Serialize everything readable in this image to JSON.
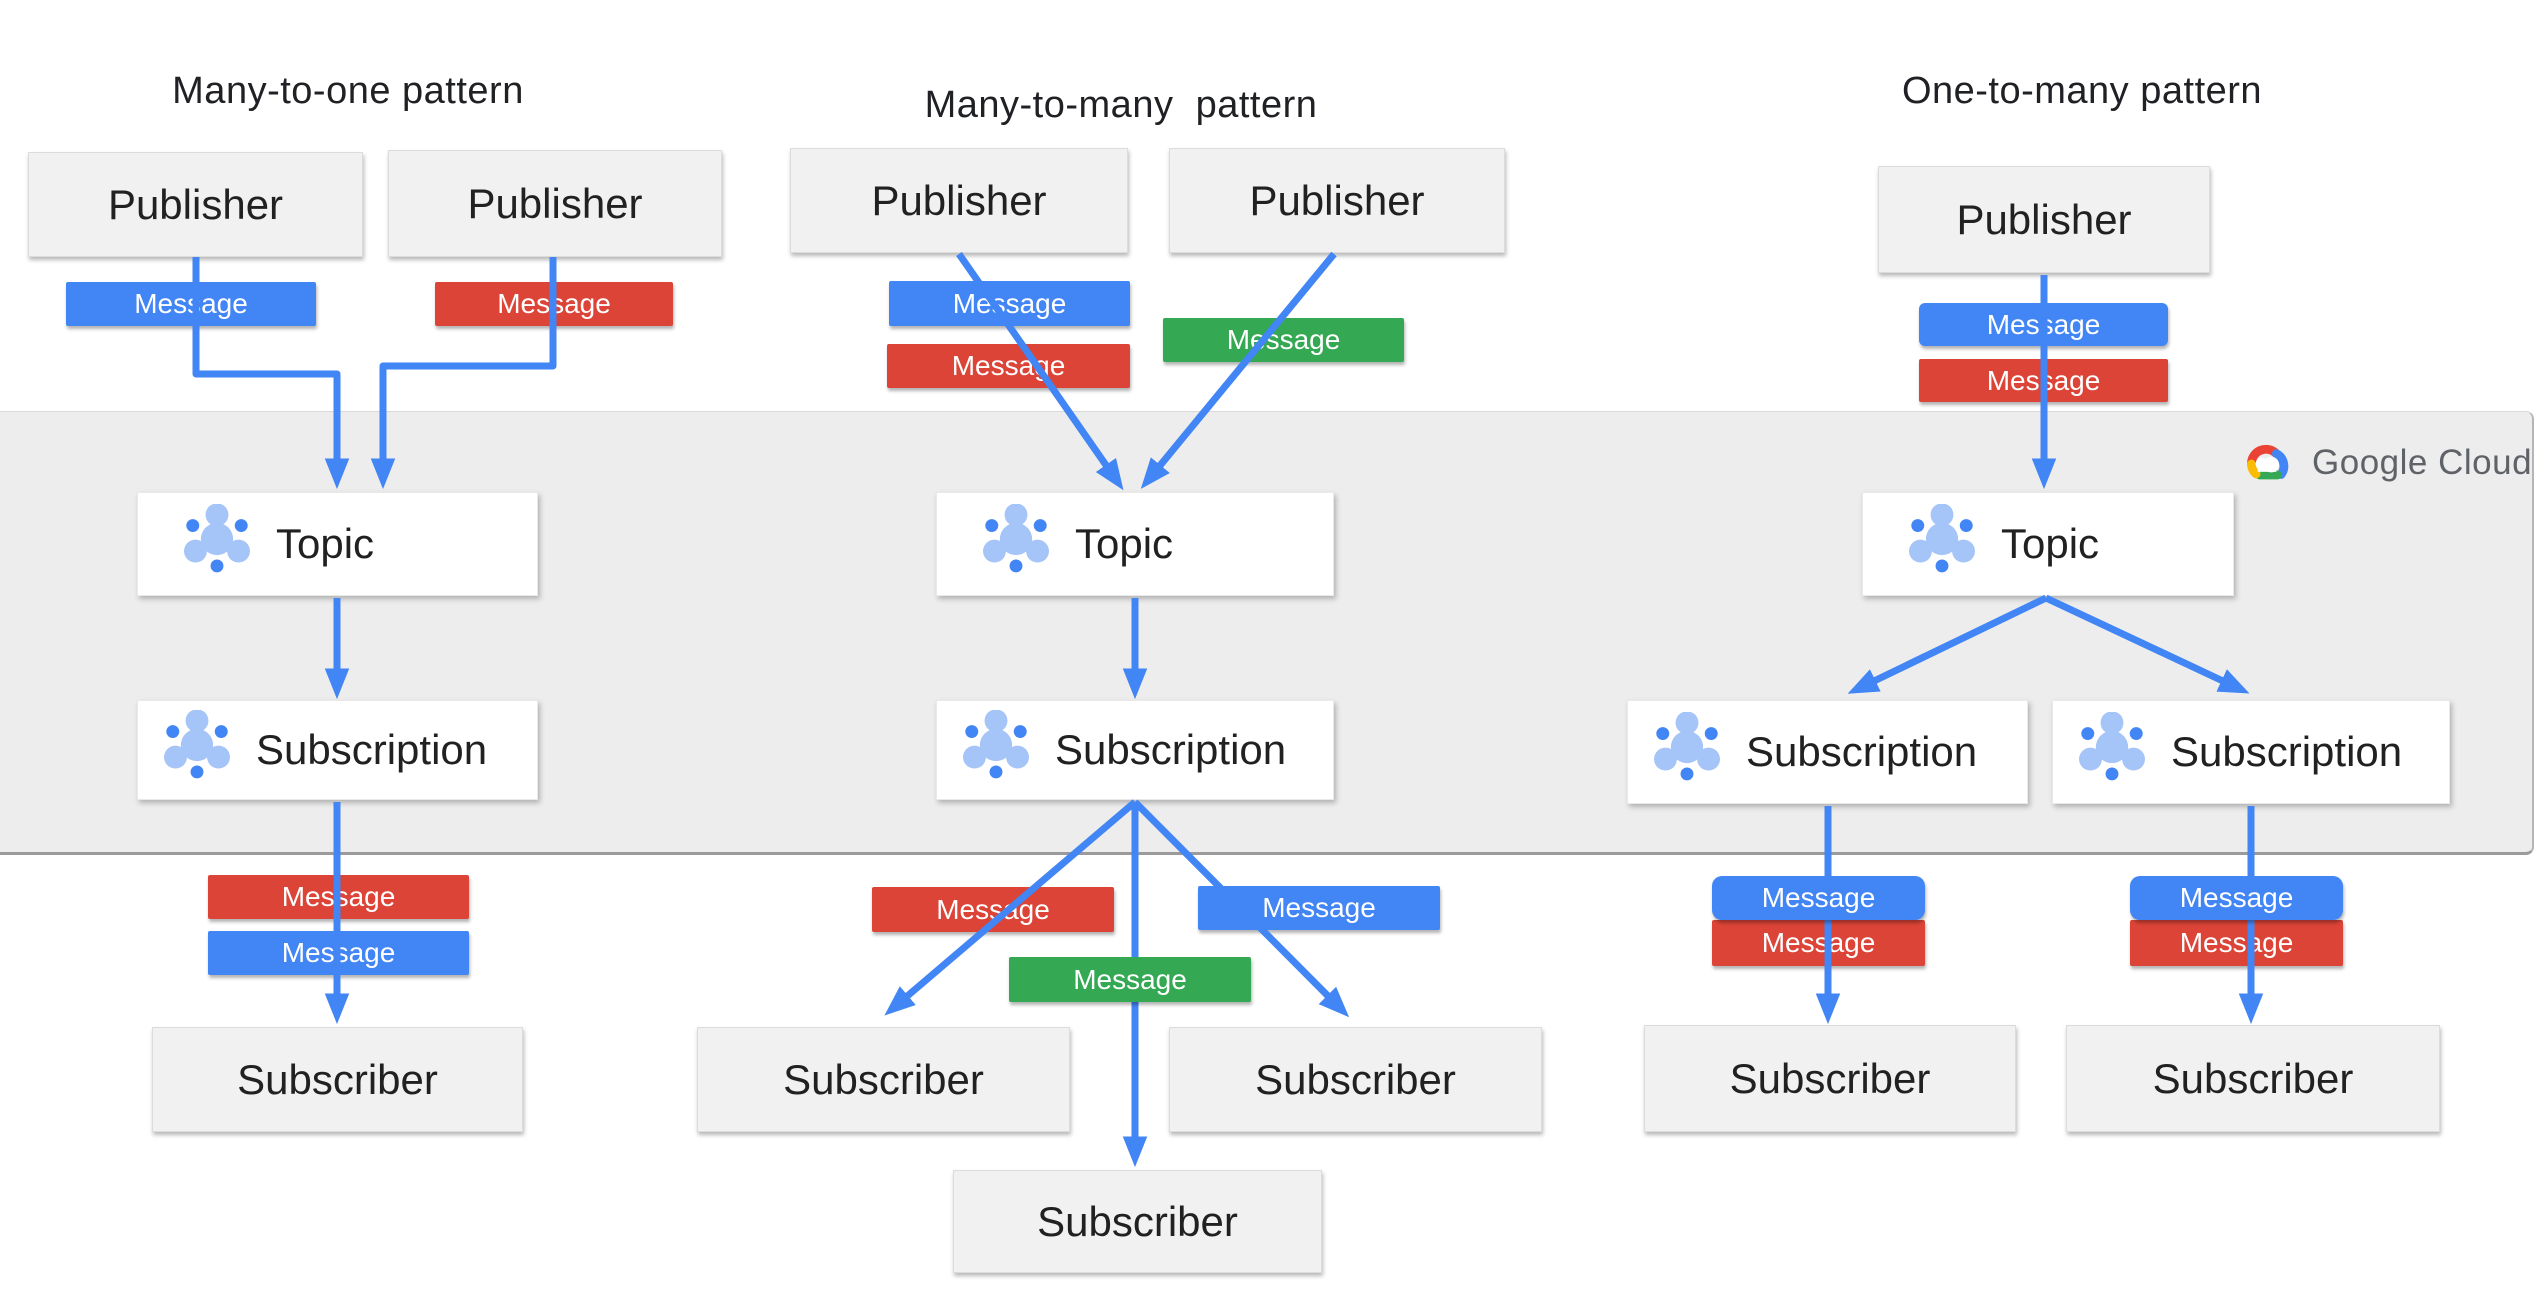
{
  "patterns": [
    {
      "title": "Many-to-one pattern",
      "publishers": [
        {
          "label": "Publisher"
        },
        {
          "label": "Publisher"
        }
      ],
      "inbound_messages": [
        {
          "label": "Message",
          "color": "blue"
        },
        {
          "label": "Message",
          "color": "red"
        }
      ],
      "topic": {
        "label": "Topic",
        "icon": "pubsub-topic-icon"
      },
      "subscriptions": [
        {
          "label": "Subscription",
          "icon": "pubsub-subscription-icon"
        }
      ],
      "outbound_messages": [
        {
          "label": "Message",
          "color": "red"
        },
        {
          "label": "Message",
          "color": "blue"
        }
      ],
      "subscribers": [
        {
          "label": "Subscriber"
        }
      ]
    },
    {
      "title": "Many-to-many  pattern",
      "publishers": [
        {
          "label": "Publisher"
        },
        {
          "label": "Publisher"
        }
      ],
      "inbound_messages": [
        {
          "label": "Message",
          "color": "blue"
        },
        {
          "label": "Message",
          "color": "red"
        },
        {
          "label": "Message",
          "color": "green"
        }
      ],
      "topic": {
        "label": "Topic",
        "icon": "pubsub-topic-icon"
      },
      "subscriptions": [
        {
          "label": "Subscription",
          "icon": "pubsub-subscription-icon"
        }
      ],
      "outbound_messages": [
        {
          "label": "Message",
          "color": "red"
        },
        {
          "label": "Message",
          "color": "blue"
        },
        {
          "label": "Message",
          "color": "green"
        }
      ],
      "subscribers": [
        {
          "label": "Subscriber"
        },
        {
          "label": "Subscriber"
        },
        {
          "label": "Subscriber"
        }
      ]
    },
    {
      "title": "One-to-many pattern",
      "publishers": [
        {
          "label": "Publisher"
        }
      ],
      "inbound_messages": [
        {
          "label": "Message",
          "color": "blue"
        },
        {
          "label": "Message",
          "color": "red"
        }
      ],
      "topic": {
        "label": "Topic",
        "icon": "pubsub-topic-icon"
      },
      "subscriptions": [
        {
          "label": "Subscription",
          "icon": "pubsub-subscription-icon"
        },
        {
          "label": "Subscription",
          "icon": "pubsub-subscription-icon"
        }
      ],
      "outbound_messages": [
        {
          "label": "Message",
          "color": "blue"
        },
        {
          "label": "Message",
          "color": "red"
        },
        {
          "label": "Message",
          "color": "blue"
        },
        {
          "label": "Message",
          "color": "red"
        }
      ],
      "subscribers": [
        {
          "label": "Subscriber"
        },
        {
          "label": "Subscriber"
        }
      ]
    }
  ],
  "branding": {
    "logo_text": "Google Cloud",
    "logo_icon": "google-cloud-logo"
  },
  "colors": {
    "message_blue": "#4285F4",
    "message_red": "#DB4437",
    "message_green": "#34A853",
    "arrow_blue": "#4285F4",
    "panel_background": "#ededed",
    "panel_border": "#9b9b9b",
    "node_background_gray": "#f1f1f1",
    "node_background_white": "#ffffff",
    "node_text": "#212121",
    "title_text": "#202124",
    "logo_text_color": "#5f6368",
    "icon_light_blue": "#A5C4F7",
    "icon_dark_blue": "#4285F4"
  }
}
